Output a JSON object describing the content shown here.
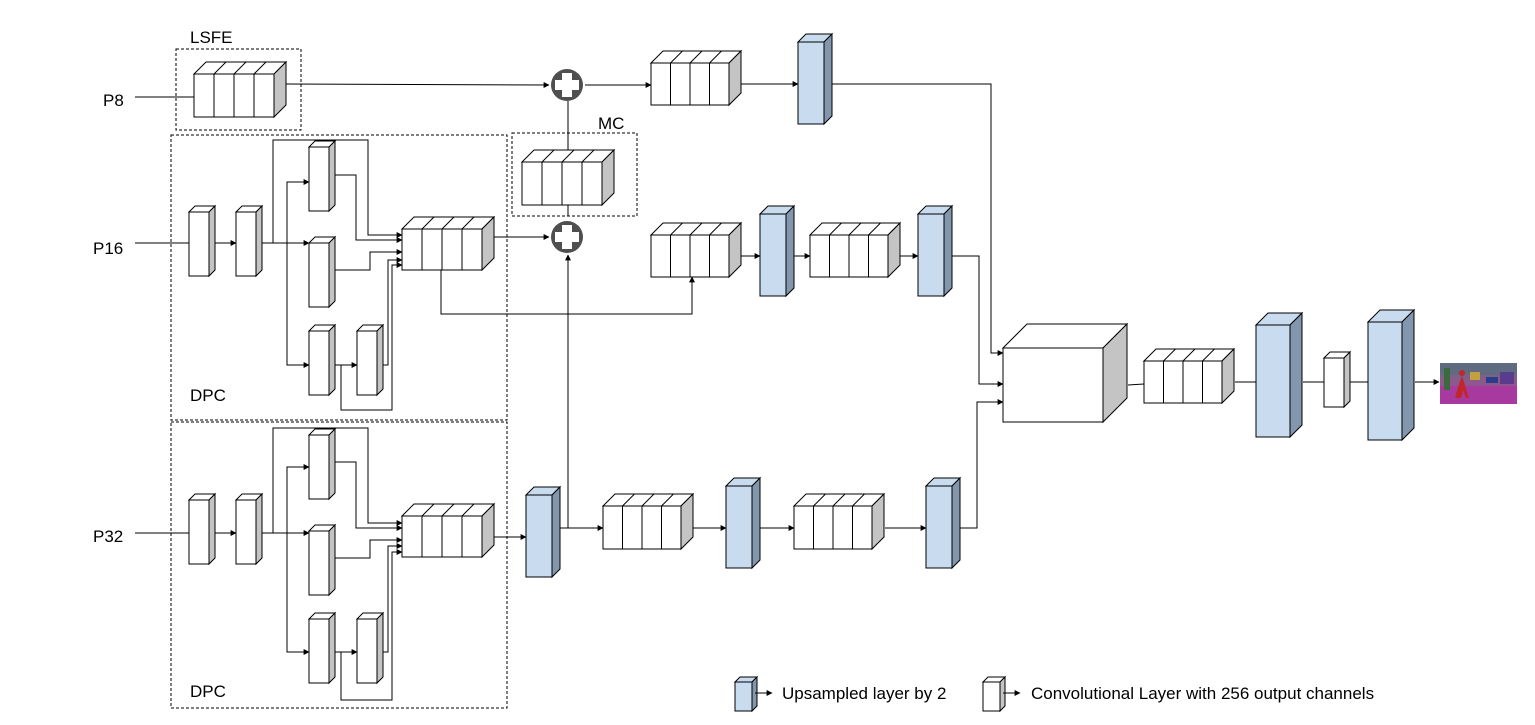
{
  "inputs": {
    "p8": "P8",
    "p16": "P16",
    "p32": "P32"
  },
  "modules": {
    "lsfe": "LSFE",
    "mc": "MC",
    "dpc_upper": "DPC",
    "dpc_lower": "DPC"
  },
  "legend": {
    "upsample_label": "Upsampled layer by 2",
    "conv_label": "Convolutional Layer with 256 output channels"
  },
  "colors": {
    "upsample_front": "#c9dcef",
    "upsample_side": "#8296ad",
    "conv_front": "#ffffff",
    "conv_side": "#c4c4c4",
    "plus_node": "#4f4f4f",
    "line": "#000000"
  },
  "icons": {
    "add_node": "plus-circle-icon",
    "output": "segmentation-output-image"
  }
}
